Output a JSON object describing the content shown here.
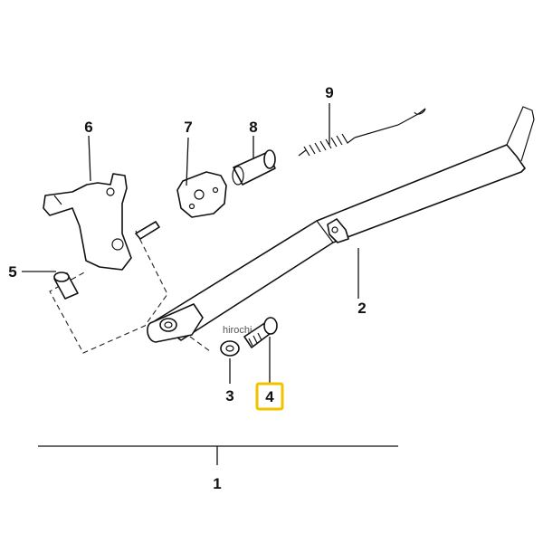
{
  "diagram": {
    "callouts": {
      "c1": "1",
      "c2": "2",
      "c3": "3",
      "c4": "4",
      "c5": "5",
      "c6": "6",
      "c7": "7",
      "c8": "8",
      "c9": "9"
    },
    "highlighted_callout": "4",
    "highlight_color": "#f2c200",
    "watermark": "hirochi"
  }
}
